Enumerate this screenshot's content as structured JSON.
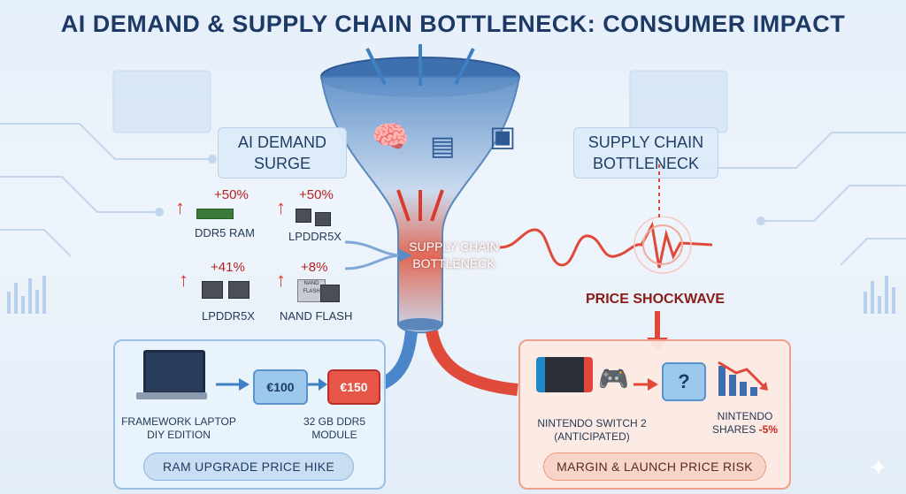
{
  "title": "AI DEMAND & SUPPLY CHAIN BOTTLENECK: CONSUMER IMPACT",
  "labels": {
    "ai_demand": "AI DEMAND SURGE",
    "supply_chain": "SUPPLY CHAIN BOTTLENECK",
    "funnel_center": "SUPPLY CHAIN BOTTLENECK",
    "shockwave": "PRICE SHOCKWAVE"
  },
  "components": [
    {
      "pct": "+50%",
      "name": "DDR5 RAM",
      "icon": "ram-stick-icon"
    },
    {
      "pct": "+50%",
      "name": "LPDDR5X",
      "icon": "chip-icon"
    },
    {
      "pct": "+41%",
      "name": "LPDDR5X",
      "icon": "chip-icon"
    },
    {
      "pct": "+8%",
      "name": "NAND FLASH",
      "icon": "nand-flash-icon",
      "chip_text": "NAND FLASH"
    }
  ],
  "left_panel": {
    "laptop_label": "FRAMEWORK LAPTOP DIY EDITION",
    "price_old": "€100",
    "price_new": "€150",
    "module_label": "32 GB DDR5 Module",
    "footer": "RAM UPGRADE PRICE HIKE"
  },
  "right_panel": {
    "console_label": "NINTENDO SWITCH 2 (ANTICIPATED)",
    "tag_text": "?",
    "shares_label": "NINTENDO SHARES",
    "shares_change": "-5%",
    "footer": "MARGIN & LAUNCH PRICE RISK"
  },
  "colors": {
    "increase": "#d93a2e",
    "demand_blue": "#3f7fc4",
    "risk_red": "#e0493a"
  }
}
